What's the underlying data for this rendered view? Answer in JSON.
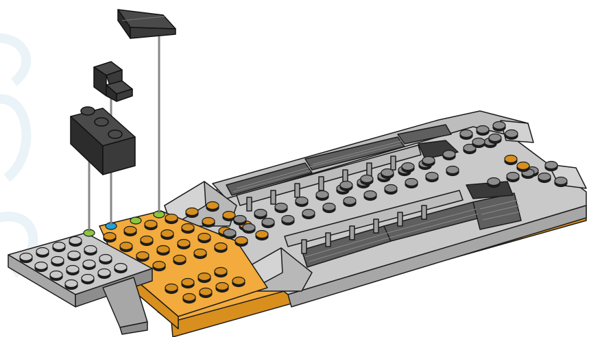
{
  "scene": {
    "kind": "building-instruction-step",
    "colors": {
      "background": "#ffffff",
      "watermark": "#eaf3f7",
      "light_gray_top": "#c9c9c9",
      "light_gray_side": "#a7a7a7",
      "light_gray_dark": "#8d8d8d",
      "orange_top": "#f2ab3c",
      "orange_side": "#d88f1e",
      "dark_brick_top": "#4a4a4a",
      "dark_brick_side": "#2c2c2c",
      "grille": "#6e6e6e",
      "marker_green": "#8cc63f",
      "marker_blue": "#1fa3d9",
      "guide_line": "#111111"
    },
    "placement_markers": [
      {
        "color": "green",
        "target": "1x2-slope-tile"
      },
      {
        "color": "blue",
        "target": "1x1-bracket"
      },
      {
        "color": "green",
        "target": "1x3-brick"
      }
    ],
    "parts_to_add": [
      {
        "name": "1x2-slope-tile",
        "color": "dark-gray"
      },
      {
        "name": "1x1-bracket",
        "color": "dark-gray"
      },
      {
        "name": "1x3-brick",
        "color": "dark-gray"
      }
    ]
  }
}
